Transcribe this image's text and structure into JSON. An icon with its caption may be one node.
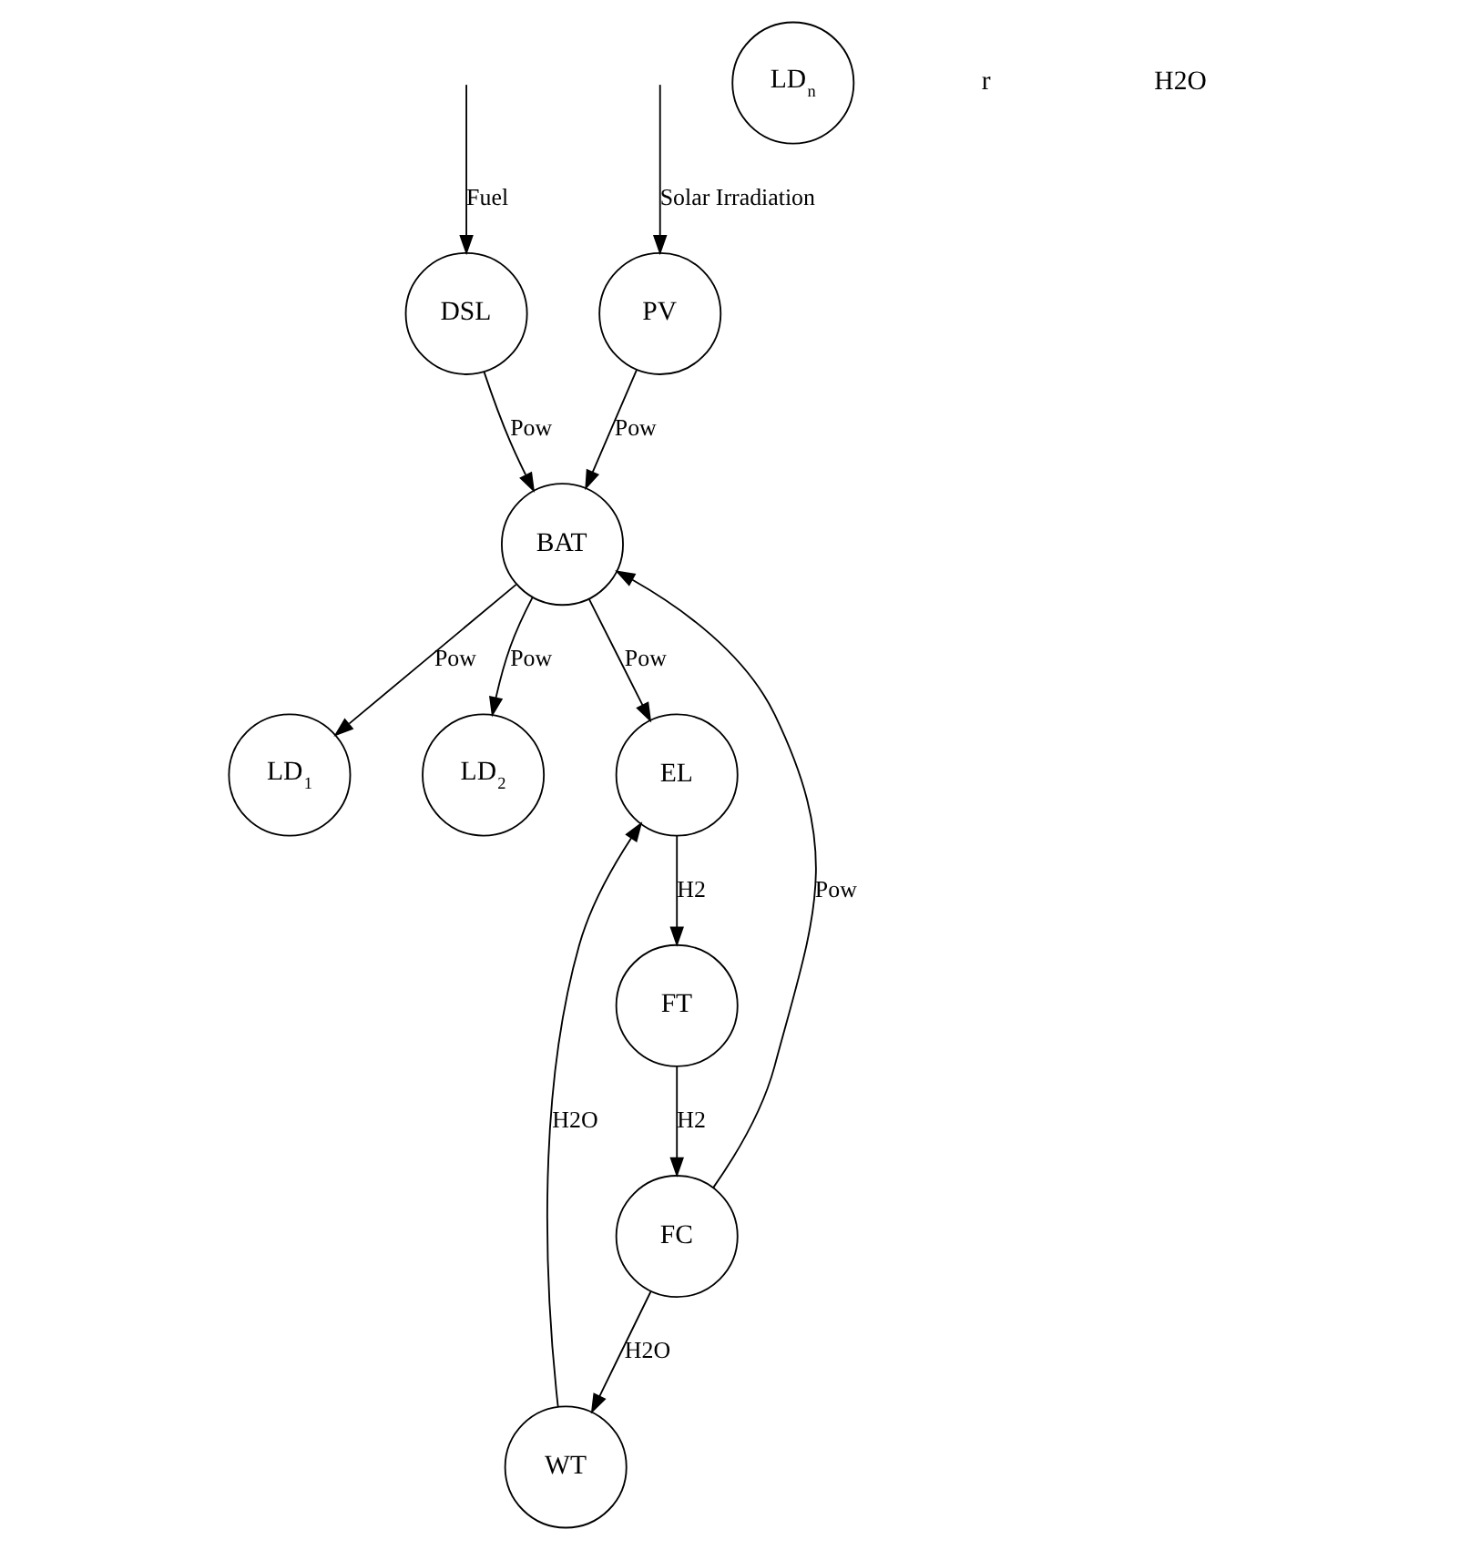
{
  "diagram": {
    "nodes": [
      {
        "text": [
          "PV"
        ]
      },
      {
        "text": [
          "DSL"
        ]
      },
      {
        "text": [
          "WT"
        ]
      },
      {
        "text": [
          "LD$_{1}$"
        ]
      },
      {
        "text": [
          "LD$_{2}$"
        ]
      },
      {
        "text": [
          "BAT"
        ]
      },
      {
        "text": [
          "FC"
        ]
      },
      {
        "text": [
          "LD$_{n}$"
        ]
      },
      {
        "text": [
          "EL"
        ]
      },
      {
        "text": [
          "FT"
        ]
      }
    ],
    "edges": [
      {
        "from": null,
        "to": 0,
        "arrow": "to",
        "label": "Solar Irradiation"
      },
      {
        "from": null,
        "to": 1,
        "arrow": "to",
        "label": "Fuel"
      },
      {
        "from": 0,
        "to": 5,
        "arrow": "to",
        "label": "Pow"
      },
      {
        "from": 1,
        "to": 5,
        "arrow": "to",
        "label": "Pow"
      },
      {
        "from": 5,
        "to": 3,
        "arrow": "to",
        "label": "Pow"
      },
      {
        "from": 5,
        "to": 4,
        "arrow": "to",
        "label": "Pow"
      },
      {
        "from": 6,
        "to": 5,
        "arrow": "to",
        "label": "Pow"
      },
      {
        "from": 6,
        "to": 2,
        "arrow": "to",
        "label": "H2O"
      },
      {
        "from": 5,
        "to": 8,
        "arrow": "to",
        "label": "Pow"
      },
      {
        "from": 8,
        "to": 9,
        "arrow": "to",
        "label": "H2"
      },
      {
        "from": 9,
        "to": 6,
        "arrow": "to",
        "label": "H2"
      },
      {
        "from": 2,
        "to": 8,
        "arrow": "to",
        "label": "H2O"
      }
    ],
    "labels": [
      "r",
      "H2O"
    ]
  }
}
